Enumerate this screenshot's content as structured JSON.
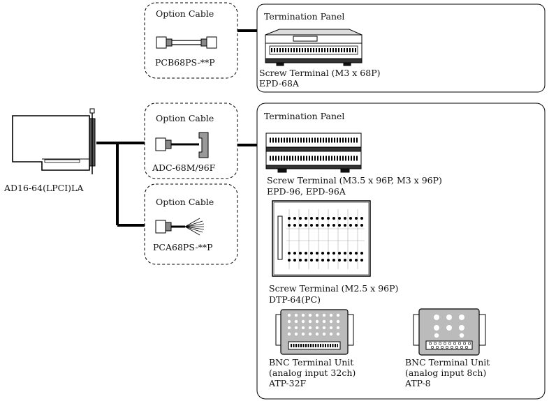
{
  "board": {
    "label": "AD16-64(LPCI)LA"
  },
  "cables": [
    {
      "title": "Option Cable",
      "part": "PCB68PS-**P"
    },
    {
      "title": "Option Cable",
      "part": "ADC-68M/96F"
    },
    {
      "title": "Option Cable",
      "part": "PCA68PS-**P"
    }
  ],
  "panel_top": {
    "title": "Termination Panel",
    "item": {
      "name": "Screw Terminal (M3 x 68P)",
      "model": "EPD-68A"
    }
  },
  "panel_main": {
    "title": "Termination Panel",
    "items": [
      {
        "name": "Screw Terminal (M3.5 x 96P, M3 x 96P)",
        "model": "EPD-96, EPD-96A"
      },
      {
        "name": "Screw Terminal (M2.5 x 96P)",
        "model": "DTP-64(PC)"
      }
    ],
    "bnc_units": [
      {
        "name": "BNC Terminal Unit",
        "desc": "(analog input 32ch)",
        "model": "ATP-32F"
      },
      {
        "name": "BNC Terminal Unit",
        "desc": "(analog input 8ch)",
        "model": "ATP-8"
      }
    ]
  }
}
